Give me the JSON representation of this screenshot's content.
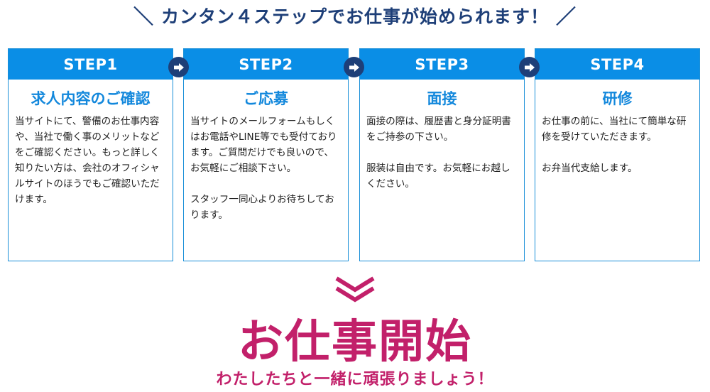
{
  "headline": {
    "left_mark": "＼",
    "text": "カンタン４ステップでお仕事が始められます！",
    "right_mark": "／"
  },
  "colors": {
    "navy": "#1e3f78",
    "step_blue": "#0a8ee6",
    "title_blue": "#1388dc",
    "magenta": "#c2206a"
  },
  "steps": [
    {
      "label": "STEP1",
      "title": "求人内容のご確認",
      "body": "当サイトにて、警備のお仕事内容や、当社で働く事のメリットなどをご確認ください。もっと詳しく知りたい方は、会社のオフィシャルサイトのほうでもご確認いただけます。"
    },
    {
      "label": "STEP2",
      "title": "ご応募",
      "body": "当サイトのメールフォームもしくはお電話やLINE等でも受付ております。ご質問だけでも良いので、お気軽にご相談下さい。\n\nスタッフ一同心よりお待ちしております。"
    },
    {
      "label": "STEP3",
      "title": "面接",
      "body": "面接の際は、履歴書と身分証明書をご持参の下さい。\n\n服装は自由です。お気軽にお越しください。"
    },
    {
      "label": "STEP4",
      "title": "研修",
      "body": "お仕事の前に、当社にて簡単な研修を受けていただきます。\n\nお弁当代支給します。"
    }
  ],
  "icons": {
    "step_arrow": "arrow-right-icon",
    "down_chevron": "double-chevron-down-icon"
  },
  "finale": {
    "title": "お仕事開始",
    "subtitle": "わたしたちと一緒に頑張りましょう！"
  }
}
